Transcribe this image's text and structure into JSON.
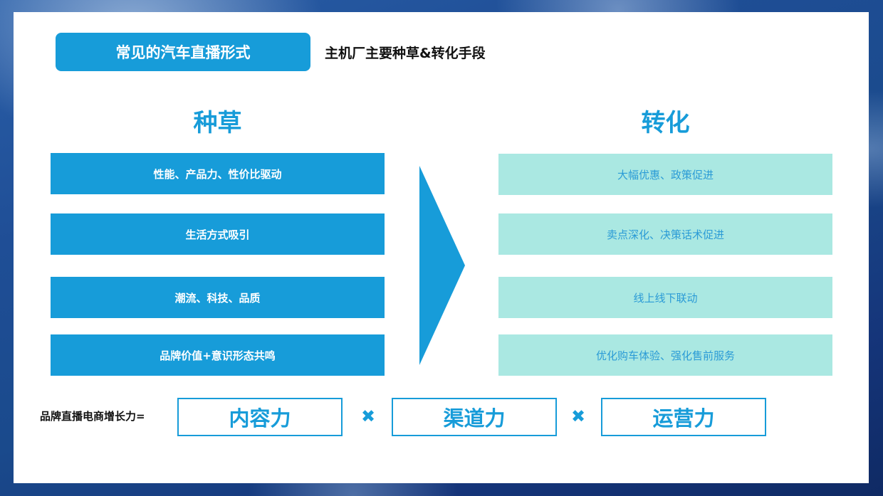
{
  "header": {
    "badge_label": "常见的汽车直播形式",
    "subtitle": "主机厂主要种草&转化手段"
  },
  "left_column": {
    "title": "种草",
    "items": [
      {
        "label": "性能、产品力、性价比驱动"
      },
      {
        "label": "生活方式吸引"
      },
      {
        "label": "潮流、科技、品质"
      },
      {
        "label": "品牌价值+意识形态共鸣"
      }
    ]
  },
  "arrow": {
    "icon": "arrow-right-triangle-icon",
    "color": "#179cd9"
  },
  "right_column": {
    "title": "转化",
    "items": [
      {
        "label": "大幅优惠、政策促进"
      },
      {
        "label": "卖点深化、决策话术促进"
      },
      {
        "label": "线上线下联动"
      },
      {
        "label": "优化购车体验、强化售前服务"
      }
    ]
  },
  "formula": {
    "label": "品牌直播电商增长力=",
    "operator": "✖",
    "factors": [
      {
        "label": "内容力"
      },
      {
        "label": "渠道力"
      },
      {
        "label": "运营力"
      }
    ]
  },
  "colors": {
    "primary_blue": "#179cd9",
    "light_teal": "#aae8e2",
    "background_ocean": "#1f4e96"
  }
}
